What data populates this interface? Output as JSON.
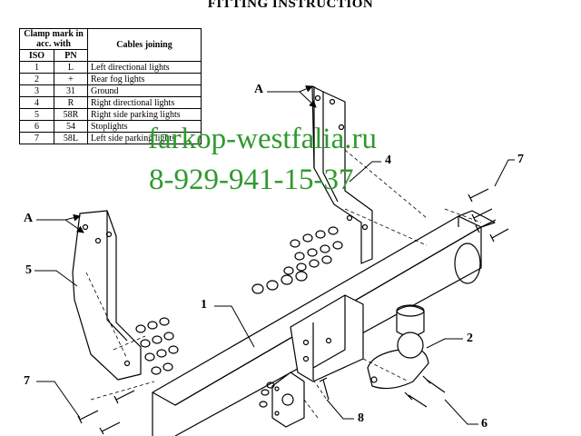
{
  "title": "FITTING INSTRUCTION",
  "table": {
    "header_clamp": "Clamp mark in acc. with",
    "header_cables": "Cables joining",
    "header_iso": "ISO",
    "header_pn": "PN",
    "rows": [
      {
        "iso": "1",
        "pn": "L",
        "desc": "Left directional lights"
      },
      {
        "iso": "2",
        "pn": "+",
        "desc": "Rear fog lights"
      },
      {
        "iso": "3",
        "pn": "31",
        "desc": "Ground"
      },
      {
        "iso": "4",
        "pn": "R",
        "desc": "Right directional lights"
      },
      {
        "iso": "5",
        "pn": "58R",
        "desc": "Right side parking lights"
      },
      {
        "iso": "6",
        "pn": "54",
        "desc": "Stoplights"
      },
      {
        "iso": "7",
        "pn": "58L",
        "desc": "Left side parking lights"
      }
    ]
  },
  "watermark": {
    "site": "farkop-westfalia.ru",
    "phone": "8-929-941-15-37",
    "color": "#2f9a2f"
  },
  "labels": {
    "a_top": "A",
    "a_left": "A",
    "part1": "1",
    "part2": "2",
    "part4": "4",
    "part5": "5",
    "part6": "6",
    "part7_right": "7",
    "part7_left": "7",
    "part8": "8"
  }
}
